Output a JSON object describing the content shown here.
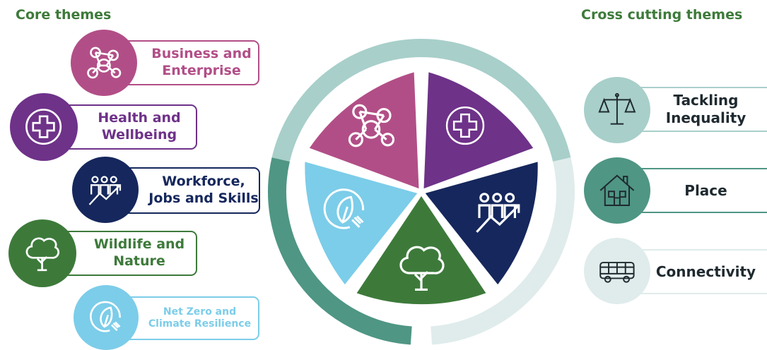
{
  "headings": {
    "core": "Core themes",
    "cross": "Cross cutting themes"
  },
  "core_themes": [
    {
      "line1": "Business and",
      "line2": "Enterprise",
      "color": "#b24e87",
      "icon": "network-people-icon"
    },
    {
      "line1": "Health and",
      "line2": "Wellbeing",
      "color": "#6e3289",
      "icon": "medical-cross-icon"
    },
    {
      "line1": "Workforce,",
      "line2": "Jobs and Skills",
      "color": "#15275c",
      "icon": "workforce-growth-icon"
    },
    {
      "line1": "Wildlife and",
      "line2": "Nature",
      "color": "#3d7a3a",
      "icon": "tree-icon"
    },
    {
      "line1": "Net Zero and",
      "line2": "Climate Resilience",
      "color": "#7ccde9",
      "icon": "leaf-plug-icon"
    }
  ],
  "cross_themes": [
    {
      "line1": "Tackling",
      "line2": "Inequality",
      "color": "#a8cfca",
      "icon": "scales-icon"
    },
    {
      "line1": "Place",
      "line2": "",
      "color": "#4f9684",
      "icon": "house-icon"
    },
    {
      "line1": "Connectivity",
      "line2": "",
      "color": "#dfeceb",
      "icon": "bus-icon"
    }
  ],
  "wheel_ring_colors": [
    "#a8cfca",
    "#dfeceb",
    "#4f9684"
  ]
}
